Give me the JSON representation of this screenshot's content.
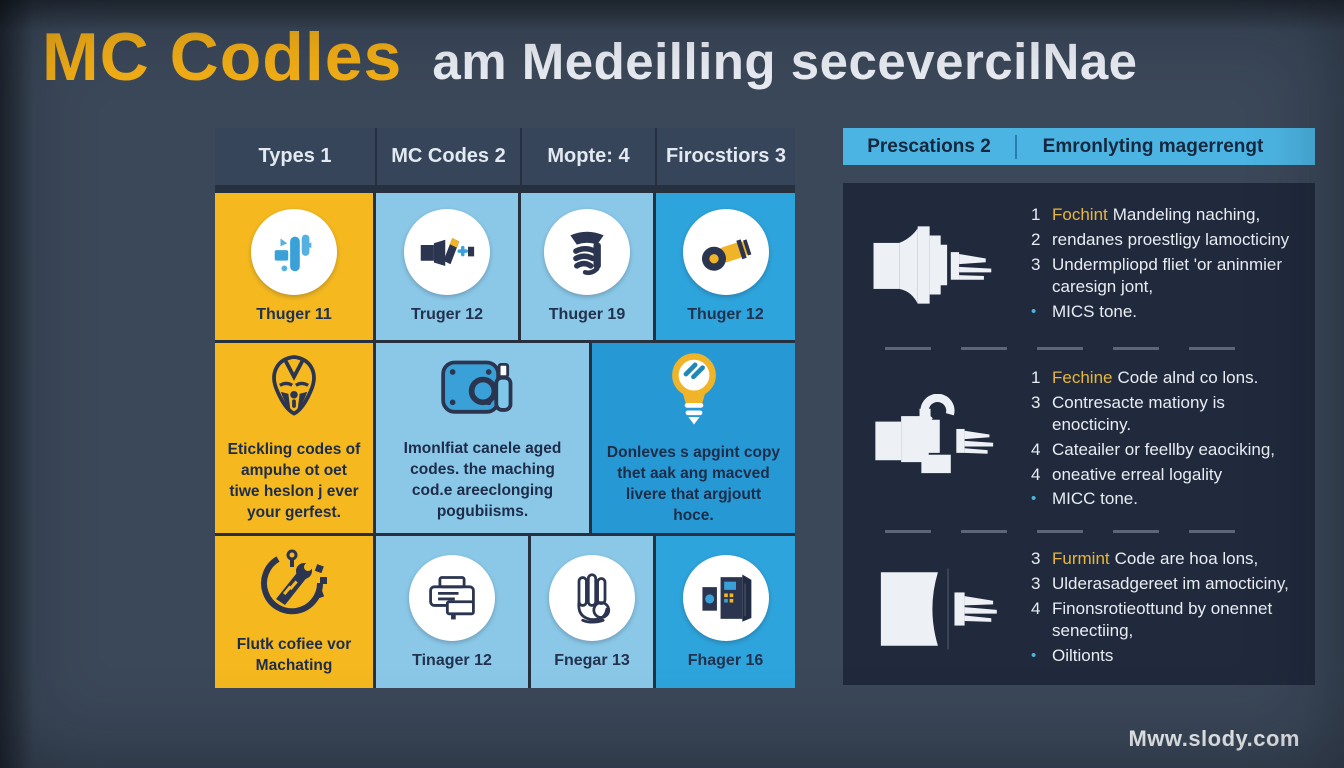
{
  "title": {
    "main": "MC Codles",
    "sub": "am Medeilling secevercilNae"
  },
  "table": {
    "headers": [
      {
        "label": "Types 1"
      },
      {
        "label": "MC Codes 2"
      },
      {
        "label": "Mopte: 4"
      },
      {
        "label": "Firocstiors 3"
      }
    ],
    "row1": [
      {
        "icon": "pump-icon",
        "label": "Thuger 11"
      },
      {
        "icon": "injector-icon",
        "label": "Truger 12"
      },
      {
        "icon": "screw-icon",
        "label": "Thuger 19"
      },
      {
        "icon": "roller-icon",
        "label": "Thuger 12"
      }
    ],
    "row2": [
      {
        "icon": "mask-icon",
        "text": "Etickling codes of ampuhe ot oet tiwe heslon j ever your gerfest."
      },
      {
        "icon": "machine-icon",
        "text": "Imonlfiat canele aged codes. the maching cod.e areeclonging pogubiisms."
      },
      {
        "icon": "lightbulb-icon",
        "text": "Donleves s apgint copy thet aak ang macved livere that argjoutt hoce."
      }
    ],
    "row3": [
      {
        "icon": "gear-tools-icon",
        "text": "Flutk cofiee vor Machating"
      },
      {
        "icon": "printer-icon",
        "label": "Tinager 12"
      },
      {
        "icon": "hand-icon",
        "label": "Fnegar 13"
      },
      {
        "icon": "cnc-machine-icon",
        "label": "Fhager 16"
      }
    ]
  },
  "panel": {
    "header_left": "Prescations 2",
    "header_right": "Emronlyting magerrengt",
    "sections": [
      {
        "lines": [
          {
            "num": "1",
            "hl": "Fochint",
            "text": "Mandeling naching,"
          },
          {
            "num": "2",
            "text": "rendanes proestligy lamocticiny"
          },
          {
            "num": "3",
            "text": "Undermpliopd fliet 'or aninmier caresign jont,"
          },
          {
            "num": "•",
            "text": "MICS tone."
          }
        ]
      },
      {
        "lines": [
          {
            "num": "1",
            "hl": "Fechine",
            "text": "Code alnd co lons."
          },
          {
            "num": "3",
            "text": "Contresacte mationy is enocticiny."
          },
          {
            "num": "4",
            "text": "Cateailer or feellby eaociking,"
          },
          {
            "num": "4",
            "text": "oneative erreal logality"
          },
          {
            "num": "•",
            "text": "MICC tone."
          }
        ]
      },
      {
        "lines": [
          {
            "num": "3",
            "hl": "Furmint",
            "text": "Code are hoa lons,"
          },
          {
            "num": "3",
            "text": "Ulderasadgereet im amocticiny,"
          },
          {
            "num": "4",
            "text": "Finonsrotieottund by onennet senectiing,"
          },
          {
            "num": "•",
            "text": "Oiltionts"
          }
        ]
      }
    ]
  },
  "watermark": "Mww.slody.com",
  "colors": {
    "background": "#3b4859",
    "accent_yellow": "#f5b91f",
    "cell_light_blue": "#8bc8e8",
    "cell_blue": "#2ea4dc",
    "cell_deep_blue": "#2699d4",
    "panel_header_blue": "#4cb4e2",
    "panel_body_navy": "#202a3c",
    "icon_navy": "#2b3550",
    "highlight_text": "#e8b63a"
  }
}
